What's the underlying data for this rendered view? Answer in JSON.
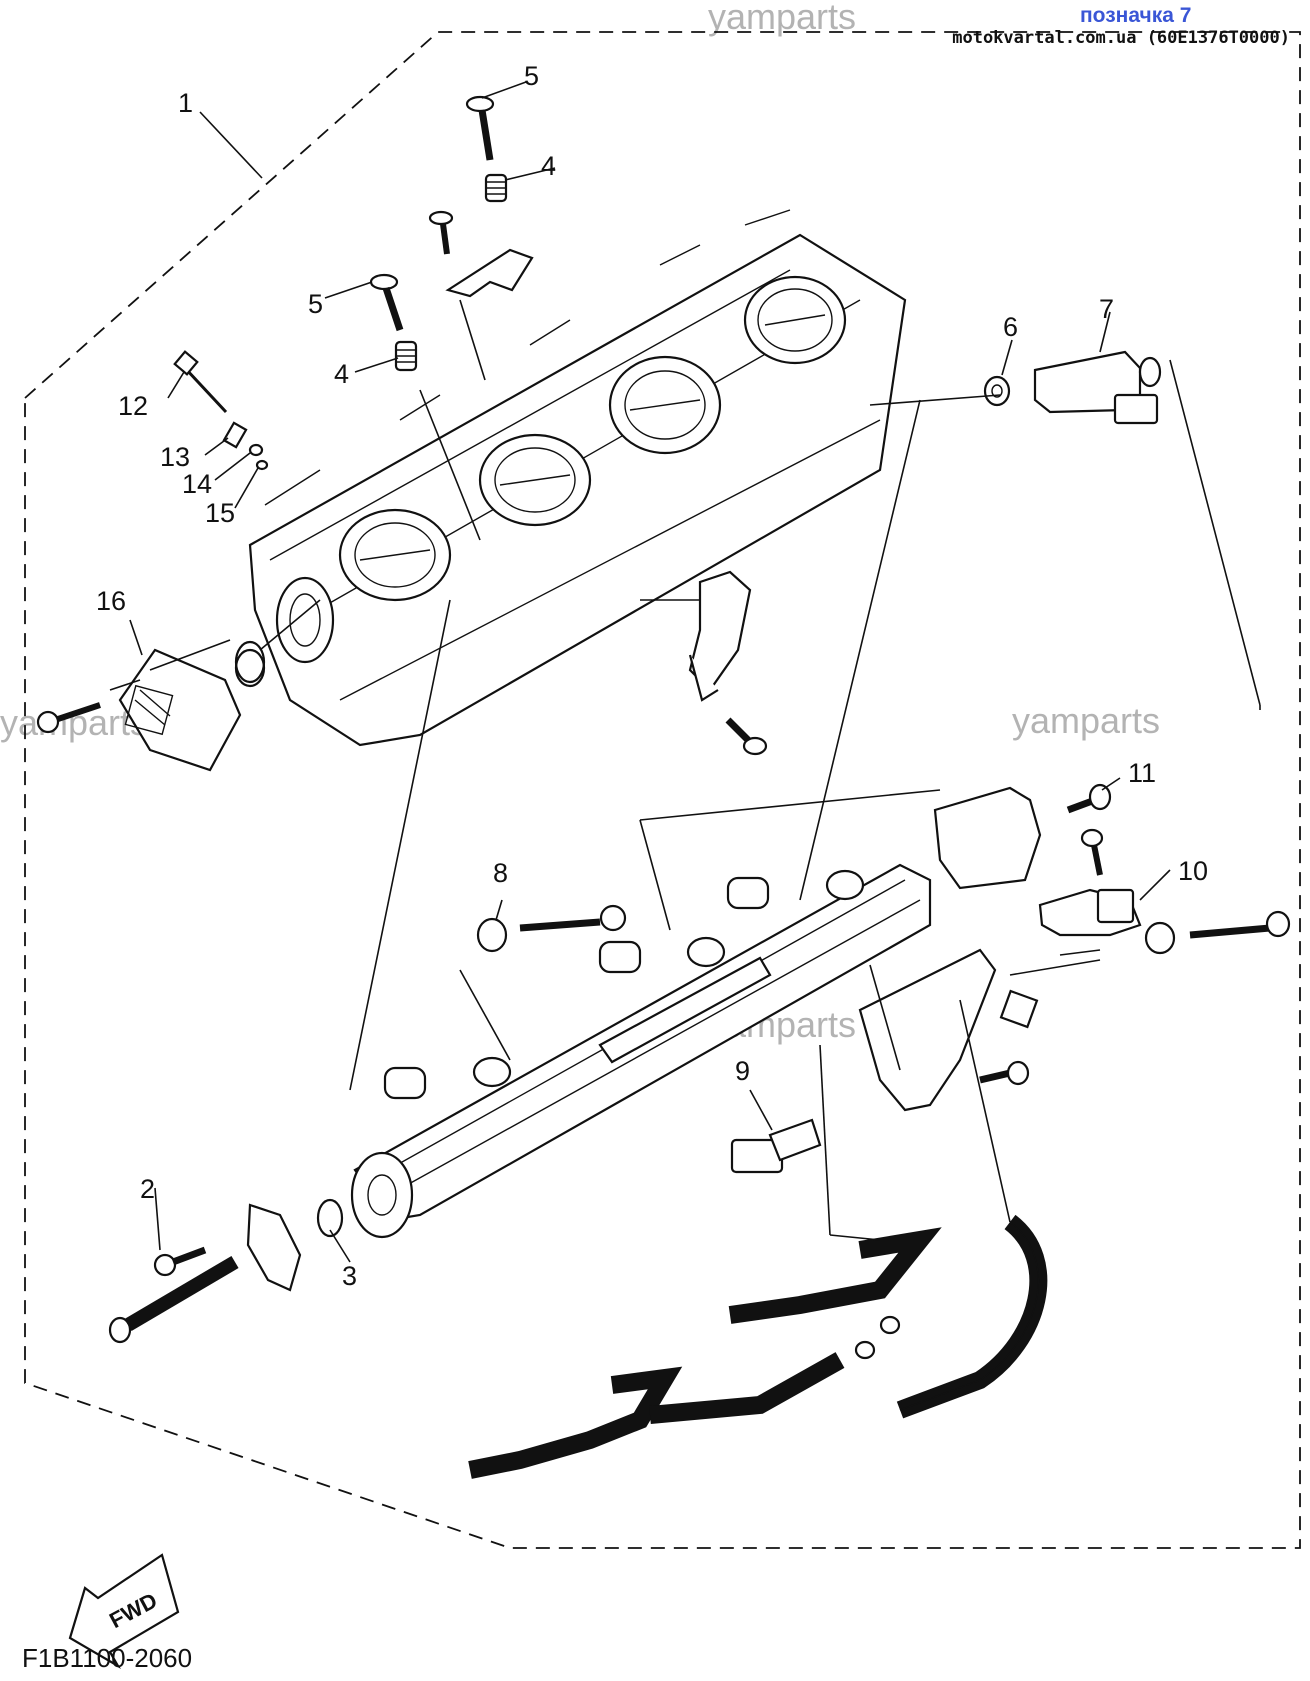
{
  "header": {
    "mark": "позначка 7",
    "site": "motokvartal.com.ua (60E1376T0000)"
  },
  "watermark": "yamparts",
  "diagram_code": "F1B1100-2060",
  "fwd_label": "FWD",
  "callouts": [
    "1",
    "2",
    "3",
    "4",
    "4",
    "5",
    "5",
    "6",
    "7",
    "8",
    "9",
    "10",
    "11",
    "12",
    "13",
    "14",
    "15",
    "16"
  ]
}
